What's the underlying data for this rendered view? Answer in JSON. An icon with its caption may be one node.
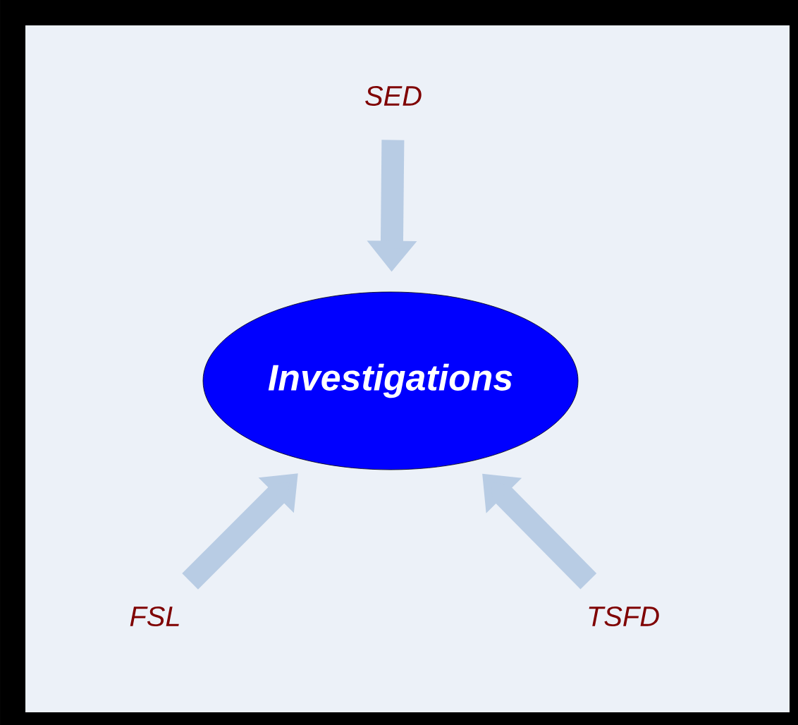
{
  "diagram": {
    "nodes": [
      {
        "text": [
          "Investigations"
        ]
      },
      {
        "text": [
          "SED"
        ]
      },
      {
        "text": [
          "FSL"
        ]
      },
      {
        "text": [
          "TSFD"
        ]
      }
    ],
    "edges": [
      {
        "from": 1,
        "to": 0,
        "arrow": "to"
      },
      {
        "from": 2,
        "to": 0,
        "arrow": "to"
      },
      {
        "from": 3,
        "to": 0,
        "arrow": "to"
      }
    ]
  }
}
